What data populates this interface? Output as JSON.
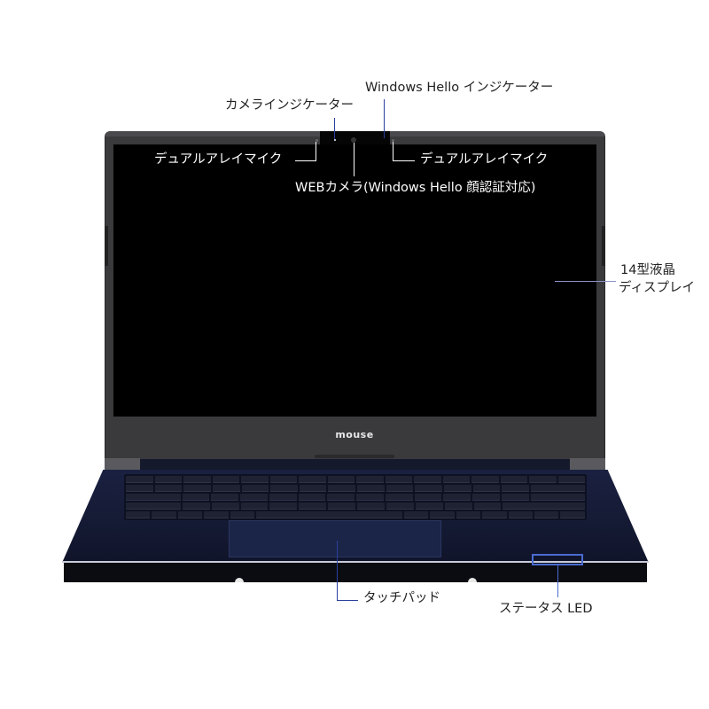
{
  "product": {
    "brand_logo": "mouse",
    "type": "laptop-front-view-diagram"
  },
  "callouts": {
    "camera_indicator": "カメラインジケーター",
    "windows_hello_indicator": "Windows Hello インジケーター",
    "dual_array_mic_left": "デュアルアレイマイク",
    "dual_array_mic_right": "デュアルアレイマイク",
    "web_camera": "WEBカメラ(Windows Hello 顔認証対応)",
    "display_line1": "14型液晶",
    "display_line2": "ディスプレイ",
    "touchpad": "タッチパッド",
    "status_led": "ステータス LED"
  },
  "colors": {
    "callout_line": "#2a3f9e",
    "led_box": "#4a6bd0",
    "lid": "#3a3a3d",
    "base": "#151a34"
  }
}
